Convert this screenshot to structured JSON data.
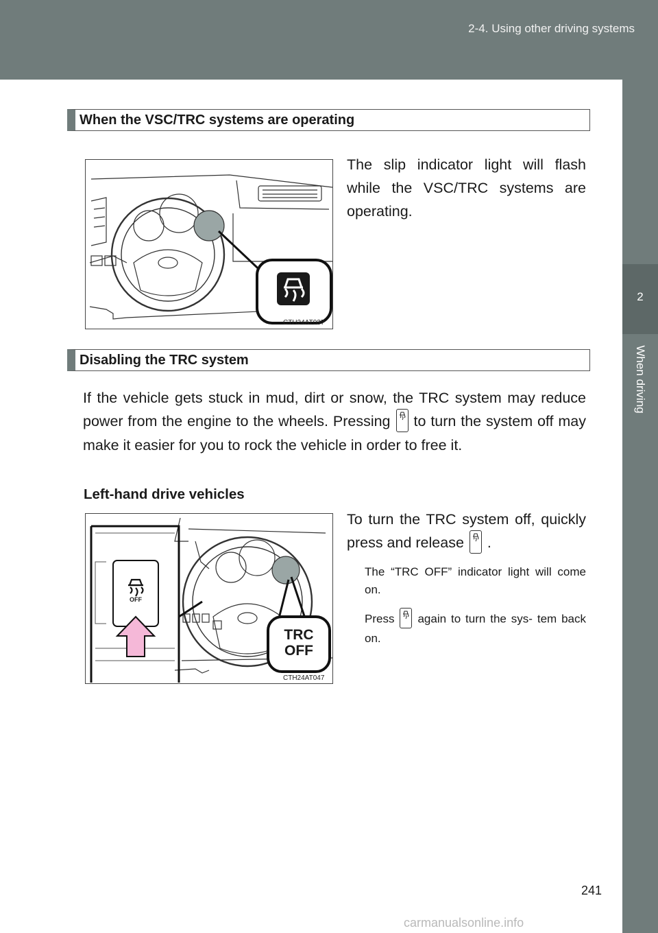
{
  "header": {
    "title": "2-4. Using other driving systems"
  },
  "side_tab": {
    "number": "2",
    "label": "When driving"
  },
  "section1": {
    "heading": "When the VSC/TRC systems are operating",
    "text": "The slip indicator light will flash while the VSC/TRC systems are operating.",
    "figure_code": "CTH24AT037"
  },
  "section2": {
    "heading": "Disabling the TRC system",
    "para_before_icon": "If the vehicle gets stuck in mud, dirt or snow, the TRC system may reduce power from the engine to the wheels. Pressing",
    "para_after_icon": "to turn the system off may make it easier for you to rock the vehicle in order to free it.",
    "subheading": "Left-hand drive vehicles",
    "instruction_before_icon": "To turn the TRC system off, quickly press and release",
    "instruction_after_icon": ".",
    "note1": "The “TRC OFF” indicator light will come on.",
    "note2_before_icon": "Press",
    "note2_after_icon": "again to turn the sys- tem back on.",
    "figure_code": "CTH24AT047",
    "callout_line1": "TRC",
    "callout_line2": "OFF",
    "switch_label": "OFF"
  },
  "footer": {
    "page_number": "241",
    "watermark": "carmanualsonline.info"
  },
  "colors": {
    "header": "#707c7b",
    "arrow": "#f5b8d8"
  }
}
